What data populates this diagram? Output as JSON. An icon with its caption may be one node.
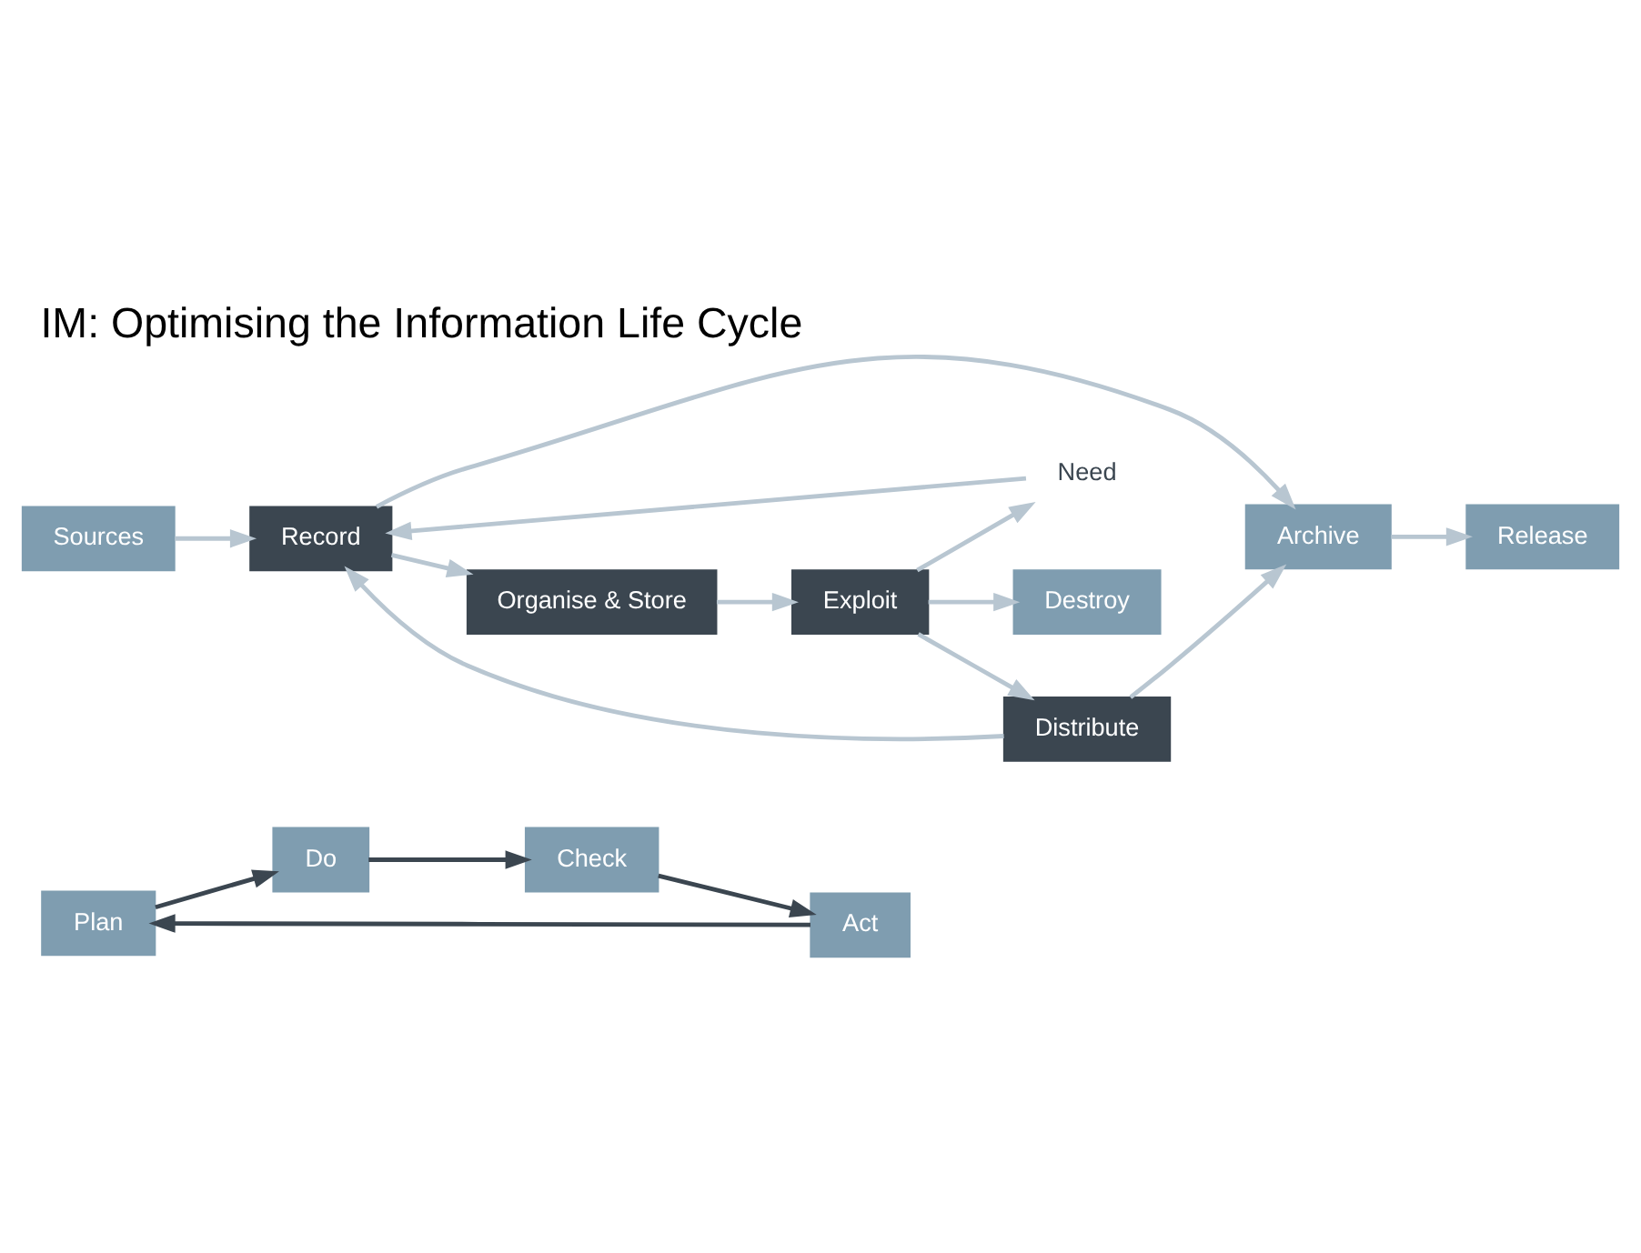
{
  "diagram": {
    "title": "IM: Optimising the Information Life Cycle",
    "nodes": [
      {
        "text": [
          "Plan"
        ]
      },
      {
        "text": [
          "Do"
        ]
      },
      {
        "text": [
          "Check"
        ]
      },
      {
        "text": [
          "Act"
        ]
      },
      {
        "text": [
          "Sources"
        ]
      },
      {
        "text": [
          "Record"
        ]
      },
      {
        "text": [
          "Archive"
        ]
      },
      {
        "text": [
          "Release"
        ]
      },
      {
        "text": [
          "Organise & Store"
        ]
      },
      {
        "text": [
          "Need"
        ]
      },
      {
        "text": [
          "Distribute"
        ]
      },
      {
        "text": [
          "Exploit"
        ]
      },
      {
        "text": [
          "Destroy"
        ]
      }
    ],
    "edges": [
      {
        "from": 3,
        "to": 0,
        "arrow": "to",
        "color": "#3b4650"
      },
      {
        "from": 0,
        "to": 1,
        "arrow": "to",
        "color": "#3b4650"
      },
      {
        "from": 1,
        "to": 2,
        "arrow": "to",
        "color": "#3b4650"
      },
      {
        "from": 2,
        "to": 3,
        "arrow": "to",
        "color": "#3b4650"
      },
      {
        "from": 4,
        "to": 5,
        "arrow": "to"
      },
      {
        "from": 5,
        "to": 6,
        "arrow": "to"
      },
      {
        "from": 6,
        "to": 7,
        "arrow": "to"
      },
      {
        "from": 5,
        "to": 8,
        "arrow": "to"
      },
      {
        "from": 8,
        "to": 11,
        "arrow": "to"
      },
      {
        "from": 11,
        "to": 9,
        "arrow": "to"
      },
      {
        "from": 9,
        "to": 5,
        "arrow": "to"
      },
      {
        "from": 11,
        "to": 10,
        "arrow": "to"
      },
      {
        "from": 10,
        "to": 5,
        "arrow": "to"
      },
      {
        "from": 10,
        "to": 6,
        "arrow": "to"
      },
      {
        "from": 11,
        "to": 12,
        "arrow": "to"
      }
    ]
  }
}
